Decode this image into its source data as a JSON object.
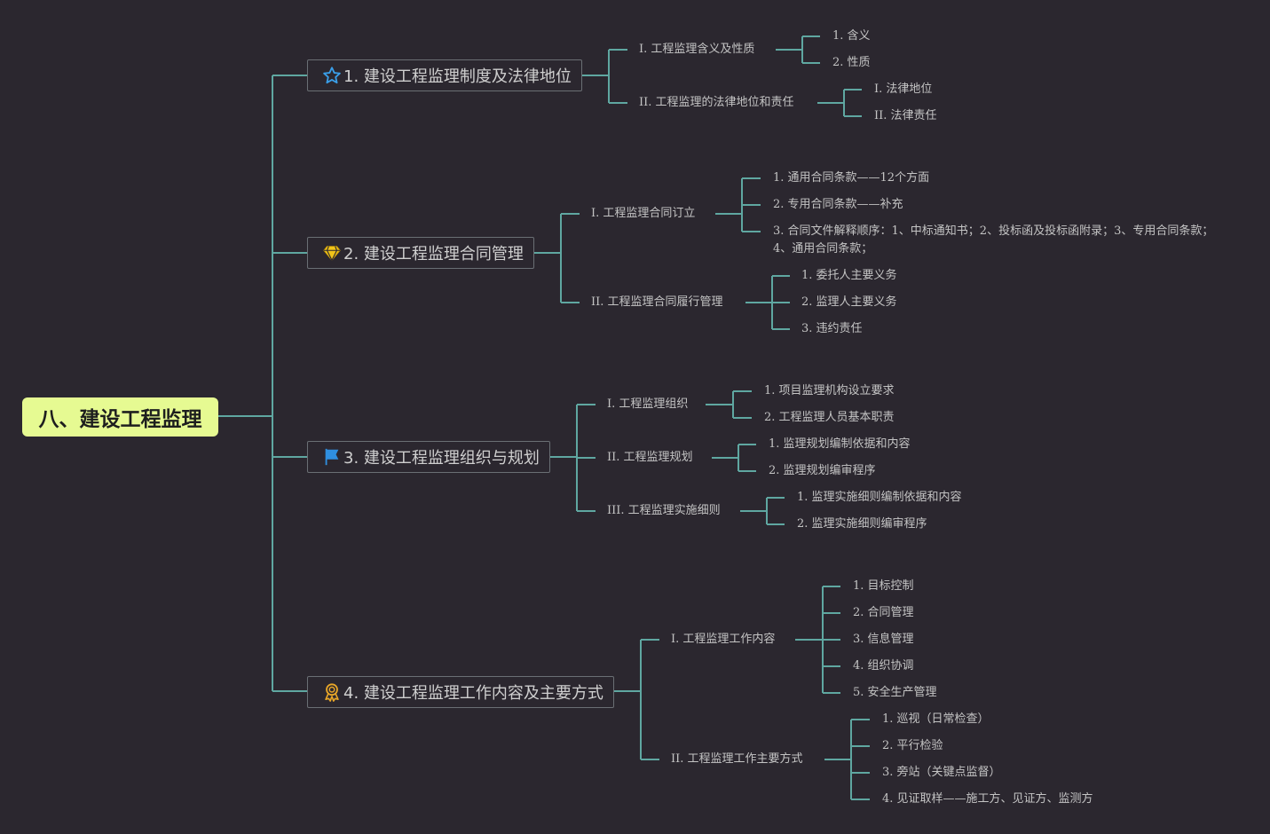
{
  "root": {
    "label": "八、建设工程监理",
    "color": "#e6fa92"
  },
  "colors": {
    "background": "#2b272f",
    "line": "#5fa7a1",
    "border": "#6a6f74",
    "text": "#c4c4c4"
  },
  "categories": [
    {
      "label": "1. 建设工程监理制度及法律地位",
      "icon": "star-icon",
      "children": [
        {
          "label": "I. 工程监理含义及性质",
          "children": [
            "1. 含义",
            "2. 性质"
          ]
        },
        {
          "label": "II. 工程监理的法律地位和责任",
          "children": [
            "I. 法律地位",
            "II. 法律责任"
          ]
        }
      ]
    },
    {
      "label": "2. 建设工程监理合同管理",
      "icon": "diamond-icon",
      "children": [
        {
          "label": "I. 工程监理合同订立",
          "children": [
            "1. 通用合同条款——12个方面",
            "2. 专用合同条款——补充",
            "3. 合同文件解释顺序：1、中标通知书；2、投标函及投标函附录；3、专用合同条款；4、通用合同条款；"
          ]
        },
        {
          "label": "II. 工程监理合同履行管理",
          "children": [
            "1. 委托人主要义务",
            "2. 监理人主要义务",
            "3. 违约责任"
          ]
        }
      ]
    },
    {
      "label": "3. 建设工程监理组织与规划",
      "icon": "flag-icon",
      "children": [
        {
          "label": "I. 工程监理组织",
          "children": [
            "1. 项目监理机构设立要求",
            "2. 工程监理人员基本职责"
          ]
        },
        {
          "label": "II. 工程监理规划",
          "children": [
            "1. 监理规划编制依据和内容",
            "2. 监理规划编审程序"
          ]
        },
        {
          "label": "III. 工程监理实施细则",
          "children": [
            "1. 监理实施细则编制依据和内容",
            "2. 监理实施细则编审程序"
          ]
        }
      ]
    },
    {
      "label": "4. 建设工程监理工作内容及主要方式",
      "icon": "award-icon",
      "children": [
        {
          "label": "I. 工程监理工作内容",
          "children": [
            "1. 目标控制",
            "2. 合同管理",
            "3. 信息管理",
            "4. 组织协调",
            "5. 安全生产管理"
          ]
        },
        {
          "label": "II. 工程监理工作主要方式",
          "children": [
            "1. 巡视（日常检查）",
            "2. 平行检验",
            "3. 旁站（关键点监督）",
            "4. 见证取样——施工方、见证方、监测方"
          ]
        }
      ]
    }
  ]
}
